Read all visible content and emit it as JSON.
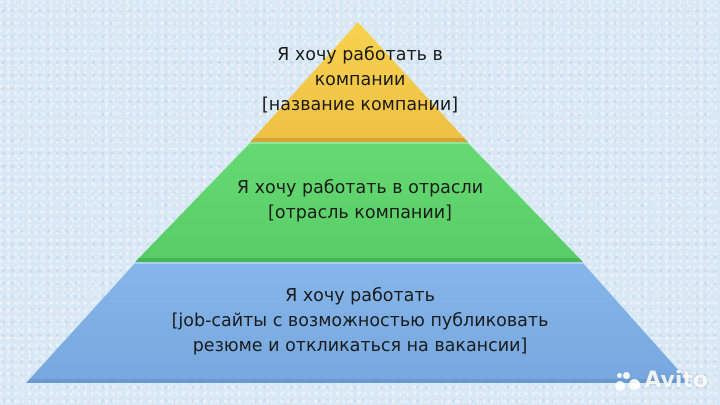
{
  "diagram": {
    "type": "pyramid",
    "tiers": [
      {
        "level": "top",
        "color": "#f2c84b",
        "lines": [
          "Я хочу работать в",
          "компании",
          "[название компании]"
        ]
      },
      {
        "level": "middle",
        "color": "#5fd36d",
        "lines": [
          "Я хочу работать в отрасли",
          "[отрасль компании]"
        ]
      },
      {
        "level": "bottom",
        "color": "#7eaee3",
        "lines": [
          "Я хочу работать",
          "[job-сайты с возможностью публиковать",
          "резюме и откликаться на вакансии]"
        ]
      }
    ]
  },
  "watermark": {
    "text": "Avito"
  },
  "colors": {
    "background": "#d9e8f5",
    "text": "#1a1a1a"
  }
}
